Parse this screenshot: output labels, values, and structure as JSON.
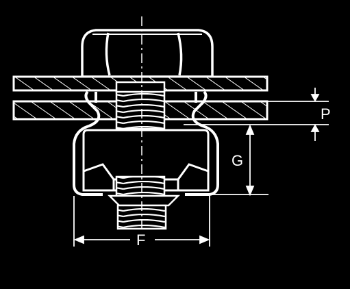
{
  "diagram": {
    "background_color": "#000000",
    "line_color": "#ffffff",
    "dimension_labels": {
      "p": "P",
      "g": "G",
      "f": "F"
    }
  }
}
